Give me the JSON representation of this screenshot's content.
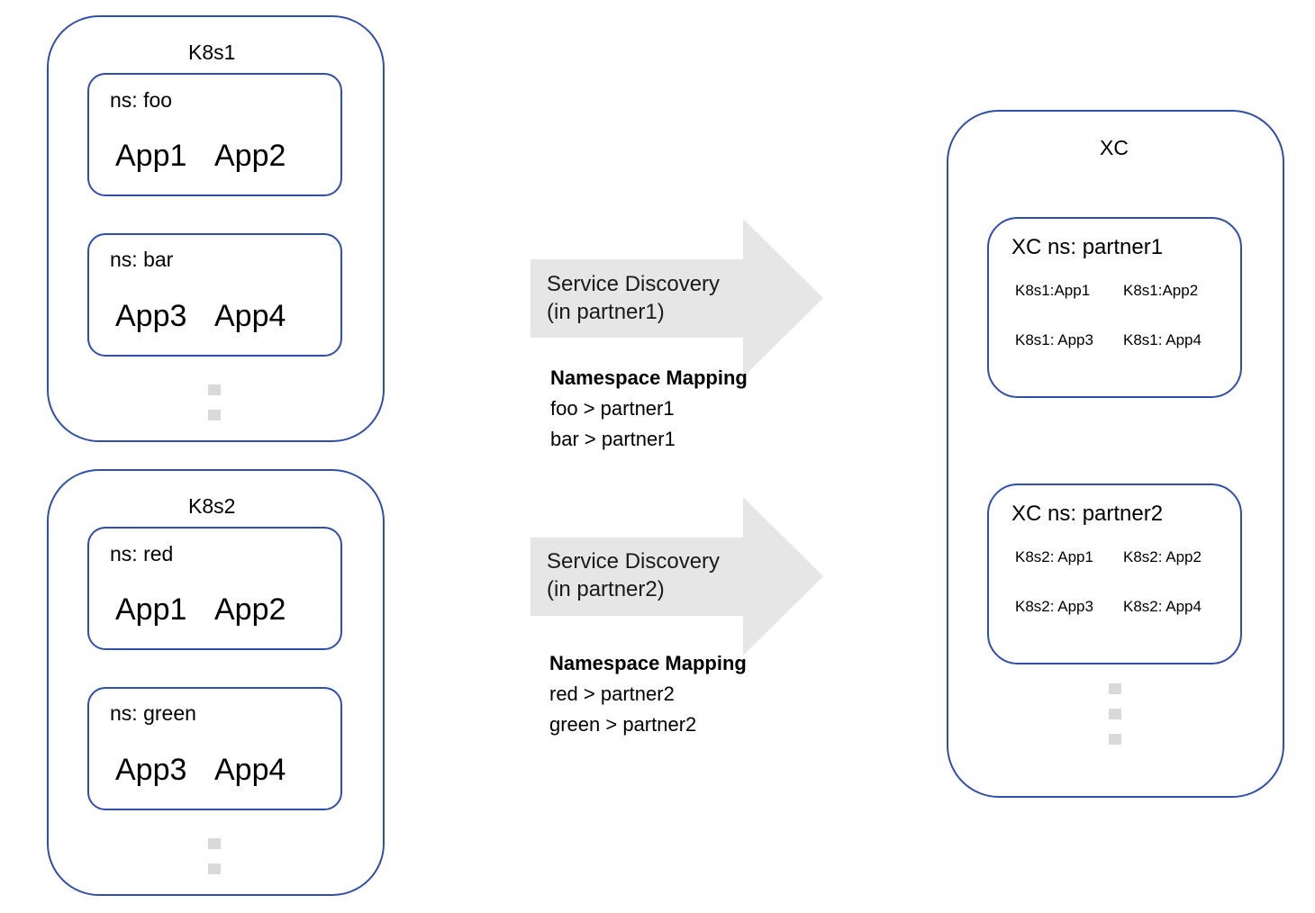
{
  "clusters": [
    {
      "name": "K8s1",
      "namespaces": [
        {
          "label": "ns: foo",
          "apps": [
            "App1",
            "App2"
          ]
        },
        {
          "label": "ns: bar",
          "apps": [
            "App3",
            "App4"
          ]
        }
      ]
    },
    {
      "name": "K8s2",
      "namespaces": [
        {
          "label": "ns: red",
          "apps": [
            "App1",
            "App2"
          ]
        },
        {
          "label": "ns: green",
          "apps": [
            "App3",
            "App4"
          ]
        }
      ]
    }
  ],
  "arrows": [
    {
      "line1": "Service Discovery",
      "line2": "(in partner1)"
    },
    {
      "line1": "Service Discovery",
      "line2": "(in partner2)"
    }
  ],
  "mappings": [
    {
      "title": "Namespace Mapping",
      "lines": [
        "foo > partner1",
        "bar > partner1"
      ]
    },
    {
      "title": "Namespace Mapping",
      "lines": [
        "red > partner2",
        "green > partner2"
      ]
    }
  ],
  "xc": {
    "name": "XC",
    "namespaces": [
      {
        "label": "XC ns: partner1",
        "services": [
          "K8s1:App1",
          "K8s1:App2",
          "K8s1: App3",
          "K8s1: App4"
        ]
      },
      {
        "label": "XC ns: partner2",
        "services": [
          "K8s2: App1",
          "K8s2: App2",
          "K8s2: App3",
          "K8s2: App4"
        ]
      }
    ]
  },
  "colors": {
    "border": "#2f4fa8",
    "arrow": "#e6e6e6",
    "ellipsis": "#d9d9d9"
  }
}
